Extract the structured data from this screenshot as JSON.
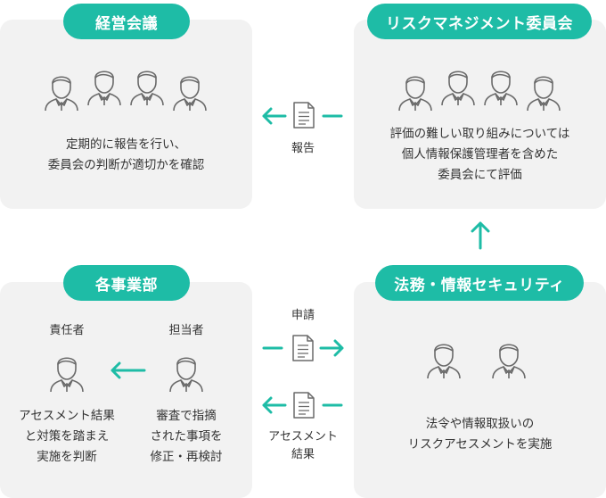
{
  "colors": {
    "accent": "#1ebca6",
    "panel": "#f2f2f2",
    "icon_stroke": "#6a6a6a"
  },
  "management_meeting": {
    "title": "経営会議",
    "description_lines": [
      "定期的に報告を行い、",
      "委員会の判断が適切かを確認"
    ]
  },
  "risk_committee": {
    "title": "リスクマネジメント委員会",
    "description_lines": [
      "評価の難しい取り組みについては",
      "個人情報保護管理者を含めた",
      "委員会にて評価"
    ]
  },
  "departments": {
    "title": "各事業部",
    "responsible": {
      "label": "責任者",
      "description_lines": [
        "アセスメント結果",
        "と対策を踏まえ",
        "実施を判断"
      ]
    },
    "assignee": {
      "label": "担当者",
      "description_lines": [
        "審査で指摘",
        "された事項を",
        "修正・再検討"
      ]
    }
  },
  "legal_security": {
    "title": "法務・情報セキュリティ",
    "description_lines": [
      "法令や情報取扱いの",
      "リスクアセスメントを実施"
    ]
  },
  "flows": {
    "report": "報告",
    "application": "申請",
    "result_lines": [
      "アセスメント",
      "結果"
    ]
  },
  "icons": {
    "person": "person-icon",
    "document": "document-icon",
    "arrow": "arrow-icon"
  }
}
